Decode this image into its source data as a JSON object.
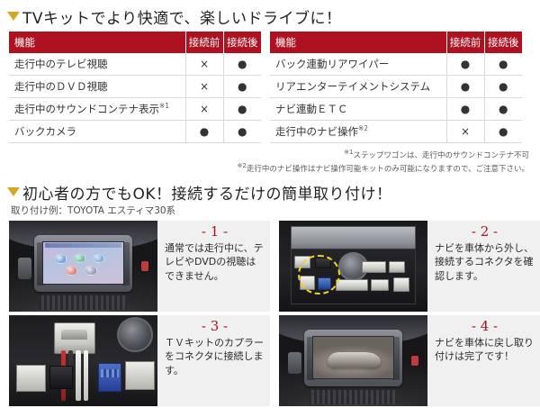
{
  "section1": {
    "heading": "TVキットでより快適で、楽しいドライブに！",
    "marker_color": "#d8a722",
    "header_bg": "#ae1221",
    "table_left": {
      "headers": [
        "機能",
        "接続前",
        "接続後"
      ],
      "rows": [
        {
          "feature": "走行中のテレビ視聴",
          "note": "",
          "before": "×",
          "after": "●"
        },
        {
          "feature": "走行中のＤＶＤ視聴",
          "note": "",
          "before": "×",
          "after": "●"
        },
        {
          "feature": "走行中のサウンドコンテナ表示",
          "note": "※1",
          "before": "×",
          "after": "●"
        },
        {
          "feature": "バックカメラ",
          "note": "",
          "before": "●",
          "after": "●"
        }
      ]
    },
    "table_right": {
      "headers": [
        "機能",
        "接続前",
        "接続後"
      ],
      "rows": [
        {
          "feature": "バック連動リアワイパー",
          "note": "",
          "before": "●",
          "after": "●"
        },
        {
          "feature": "リアエンターテイメントシステム",
          "note": "",
          "before": "●",
          "after": "●"
        },
        {
          "feature": "ナビ連動ＥＴＣ",
          "note": "",
          "before": "●",
          "after": "●"
        },
        {
          "feature": "走行中のナビ操作",
          "note": "※2",
          "before": "×",
          "after": "●"
        }
      ]
    },
    "notes": [
      {
        "mark": "※1",
        "text": "ステップワゴンは、走行中のサウンドコンテナ不可"
      },
      {
        "mark": "※2",
        "text": "走行中のナビ操作はナビ操作可能キットのみ可能になりますので、ご注意下さい。"
      }
    ]
  },
  "section2": {
    "heading": "初心者の方でもOK！接続するだけの簡単取り付け！",
    "caption": "取り付け例：TOYOTA エスティマ30系",
    "steps": [
      {
        "number": "- 1 -",
        "text": "通常では走行中に、テレビやDVDの視聴はできません。",
        "photo": "car-dashboard-navigation-menu"
      },
      {
        "number": "- 2 -",
        "text": "ナビを車体から外し、接続するコネクタを確認します。",
        "photo": "navigation-unit-rear-connectors"
      },
      {
        "number": "- 3 -",
        "text": "ＴＶキットのカプラーをコネクタに接続します。",
        "photo": "connector-wiring-closeup"
      },
      {
        "number": "- 4 -",
        "text": "ナビを車体に戻し取り付けは完了です！",
        "photo": "car-dashboard-video-playing"
      }
    ]
  }
}
